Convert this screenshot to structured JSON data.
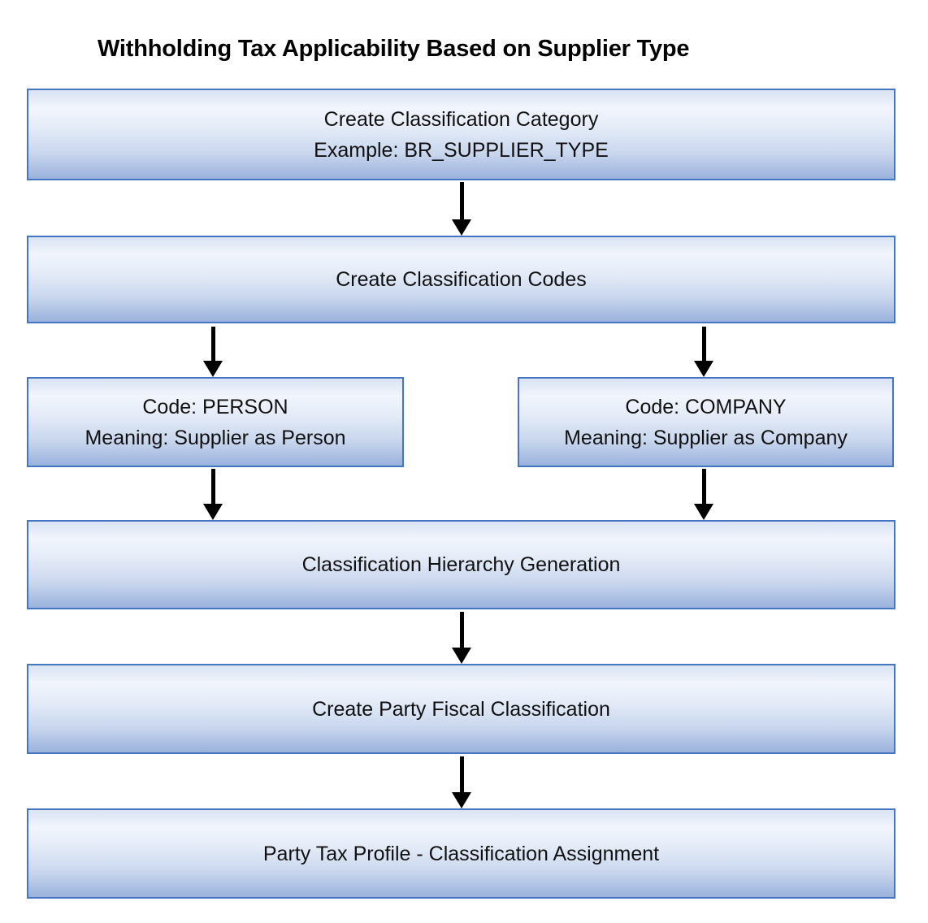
{
  "title": "Withholding Tax Applicability Based on Supplier Type",
  "boxes": {
    "category": {
      "line1": "Create Classification Category",
      "line2": "Example: BR_SUPPLIER_TYPE"
    },
    "codes": {
      "line1": "Create Classification Codes"
    },
    "person": {
      "line1": "Code: PERSON",
      "line2": "Meaning: Supplier as Person"
    },
    "company": {
      "line1": "Code: COMPANY",
      "line2": "Meaning: Supplier as Company"
    },
    "hierarchy": {
      "line1": "Classification Hierarchy Generation"
    },
    "fiscal": {
      "line1": "Create Party Fiscal Classification"
    },
    "profile": {
      "line1": "Party Tax Profile - Classification Assignment"
    }
  },
  "colors": {
    "box_border": "#4576c4",
    "box_fill_top": "#d9e3f3",
    "box_fill_light": "#f1f5fc",
    "box_fill_bottom": "#a3b9e0",
    "arrow": "#000000",
    "text": "#111111",
    "background": "#ffffff"
  }
}
